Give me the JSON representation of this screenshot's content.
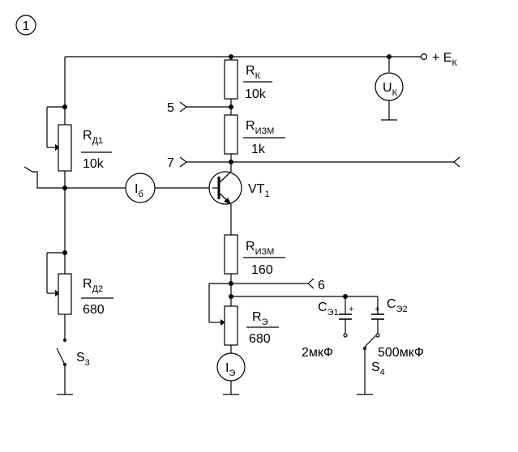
{
  "diagram_number": "1",
  "supply": {
    "prefix": "+ E",
    "sub": "К"
  },
  "voltmeter": {
    "main": "U",
    "sub": "К"
  },
  "resistors": {
    "rk": {
      "main": "R",
      "sub": "К",
      "value": "10k"
    },
    "rizm1": {
      "main": "R",
      "sub": "ИЗМ",
      "value": "1k"
    },
    "rd1": {
      "main": "R",
      "sub": "Д1",
      "value": "10k"
    },
    "rizm2": {
      "main": "R",
      "sub": "ИЗМ",
      "value": "160"
    },
    "rd2": {
      "main": "R",
      "sub": "Д2",
      "value": "680"
    },
    "re": {
      "main": "R",
      "sub": "Э",
      "value": "680"
    }
  },
  "meters": {
    "ib": {
      "main": "I",
      "sub": "б"
    },
    "ie": {
      "main": "I",
      "sub": "Э"
    }
  },
  "transistor": {
    "main": "VT",
    "sub": "1"
  },
  "terminals": {
    "t5": "5",
    "t6": "6",
    "t7": "7"
  },
  "capacitors": {
    "ce1": {
      "main": "C",
      "sub": "Э1",
      "value": "2мкФ"
    },
    "ce2": {
      "main": "C",
      "sub": "Э2",
      "value": "500мкФ"
    },
    "plus": "+"
  },
  "switches": {
    "s3": {
      "main": "S",
      "sub": "3"
    },
    "s4": {
      "main": "S",
      "sub": "4"
    }
  }
}
